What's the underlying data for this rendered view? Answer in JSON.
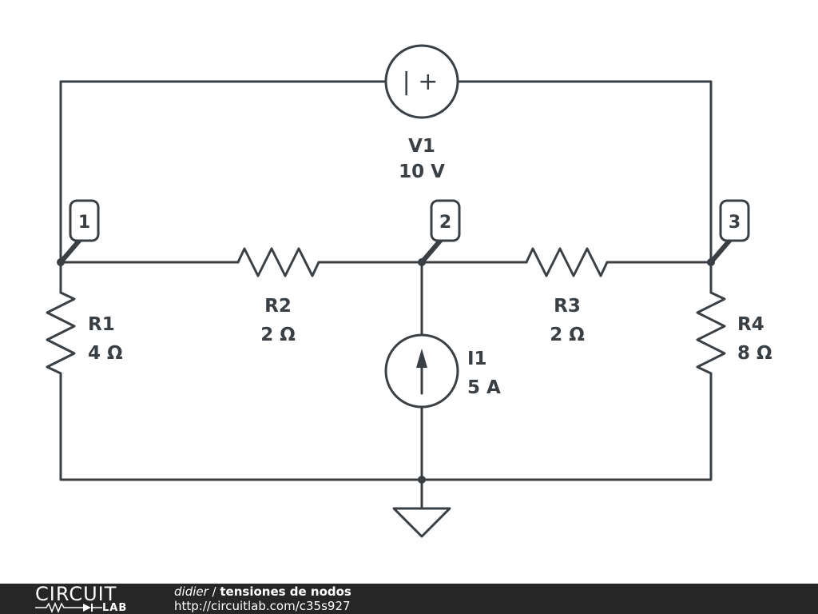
{
  "circuit": {
    "v1": {
      "name": "V1",
      "value": "10 V",
      "symbol": "| +"
    },
    "i1": {
      "name": "I1",
      "value": "5 A"
    },
    "r1": {
      "name": "R1",
      "value": "4 Ω"
    },
    "r2": {
      "name": "R2",
      "value": "2 Ω"
    },
    "r3": {
      "name": "R3",
      "value": "2 Ω"
    },
    "r4": {
      "name": "R4",
      "value": "8 Ω"
    },
    "nodes": [
      "1",
      "2",
      "3"
    ]
  },
  "footer": {
    "logo_top": "CIRCUIT",
    "logo_bottom": "LAB",
    "author": "didier",
    "separator": " / ",
    "title": "tensiones de nodos",
    "url": "http://circuitlab.com/c35s927"
  }
}
